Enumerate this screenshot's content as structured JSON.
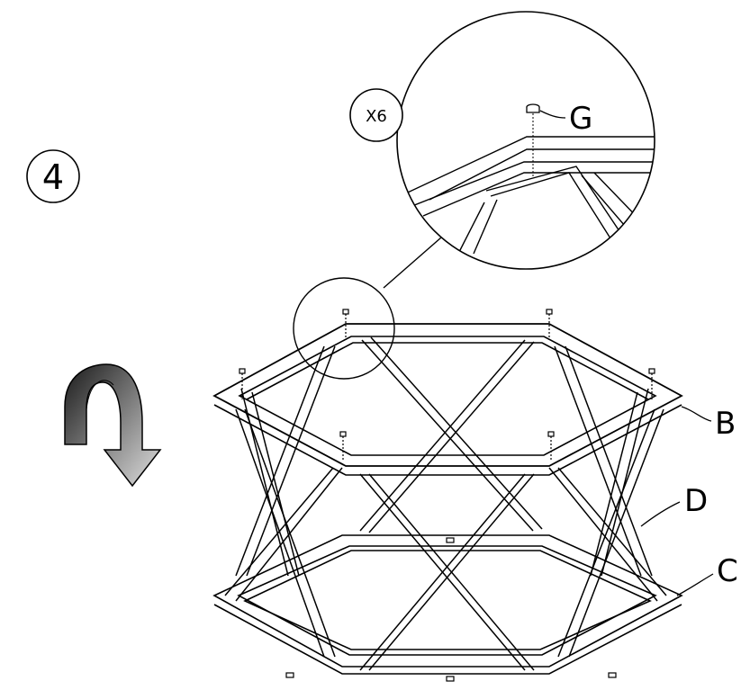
{
  "step": {
    "number": "4"
  },
  "detail": {
    "quantity": "X6",
    "part_label": "G"
  },
  "part_labels": {
    "top_frame": "B",
    "legs": "D",
    "bottom_frame": "C"
  },
  "flip_arrow": {
    "icon": "rotate-flip-arrow-icon",
    "gradient_dark": "#222222",
    "gradient_light": "#dddddd"
  }
}
